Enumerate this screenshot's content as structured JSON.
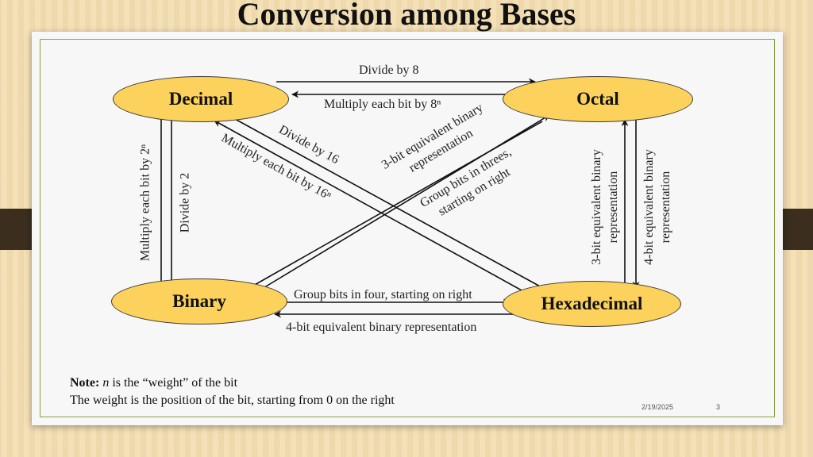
{
  "title": "Conversion among Bases",
  "nodes": {
    "decimal": "Decimal",
    "octal": "Octal",
    "binary": "Binary",
    "hexadecimal": "Hexadecimal"
  },
  "labels": {
    "dec_to_oct": "Divide by 8",
    "oct_to_dec": "Multiply each bit by 8ⁿ",
    "dec_to_hex": "Divide by 16",
    "hex_to_dec": "Multiply each bit by 16ⁿ",
    "oct_to_bin_line1": "3-bit equivalent binary",
    "oct_to_bin_line2": "representation",
    "bin_to_oct_line1": "Group bits in threes,",
    "bin_to_oct_line2": "starting on right",
    "bin_to_dec": "Multiply each bit by 2ⁿ",
    "dec_to_bin": "Divide by 2",
    "bin_to_hex": "Group bits in four, starting on right",
    "hex_to_bin": "4-bit equivalent binary representation",
    "oct_hex_left_line1": "3-bit equivalent binary",
    "oct_hex_left_line2": "representation",
    "oct_hex_right_line1": "4-bit equivalent binary",
    "oct_hex_right_line2": "representation"
  },
  "note": {
    "bold": "Note:",
    "var": "n",
    "line1_rest": " is the “weight” of the bit",
    "line2": "The weight is the position of the bit, starting from 0 on the right"
  },
  "footer": {
    "date": "2/19/2025",
    "page": "3"
  }
}
